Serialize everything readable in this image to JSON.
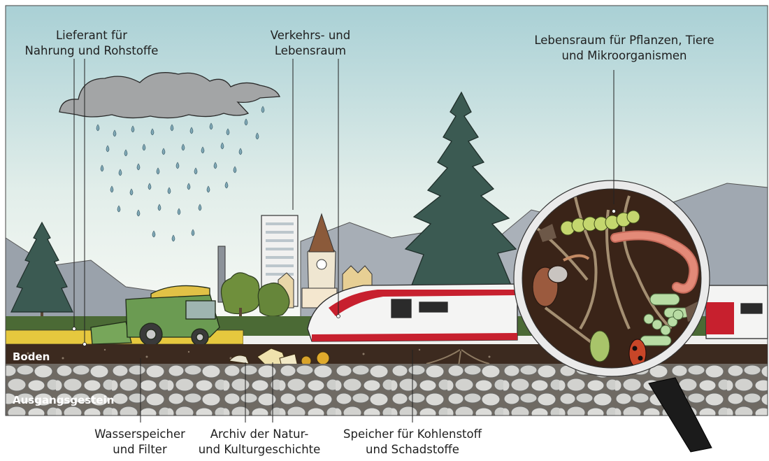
{
  "labels": {
    "food": [
      "Lieferant für",
      "Nahrung und Rohstoffe"
    ],
    "traffic": [
      "Verkehrs- und",
      "Lebensraum"
    ],
    "habitat": [
      "Lebensraum für Pflanzen, Tiere",
      "und  Mikroorganismen"
    ],
    "water": [
      "Wasserspeicher",
      "und Filter"
    ],
    "archive": [
      "Archiv der Natur-",
      "und Kulturgeschichte"
    ],
    "carbon": [
      "Speicher für Kohlenstoff",
      "und Schadstoffe"
    ]
  },
  "layers": {
    "soil": "Boden",
    "bedrock": "Ausgangsgestein"
  },
  "colors": {
    "sky_top": "#aed3d7",
    "sky_bottom": "#fbfbf7",
    "mountain": "#9ba3ad",
    "tree": "#3b5a52",
    "soil_dark": "#3c2a1f",
    "rock": "#d4d5d2",
    "train_red": "#c7202e",
    "harvester": "#6b9b52"
  }
}
